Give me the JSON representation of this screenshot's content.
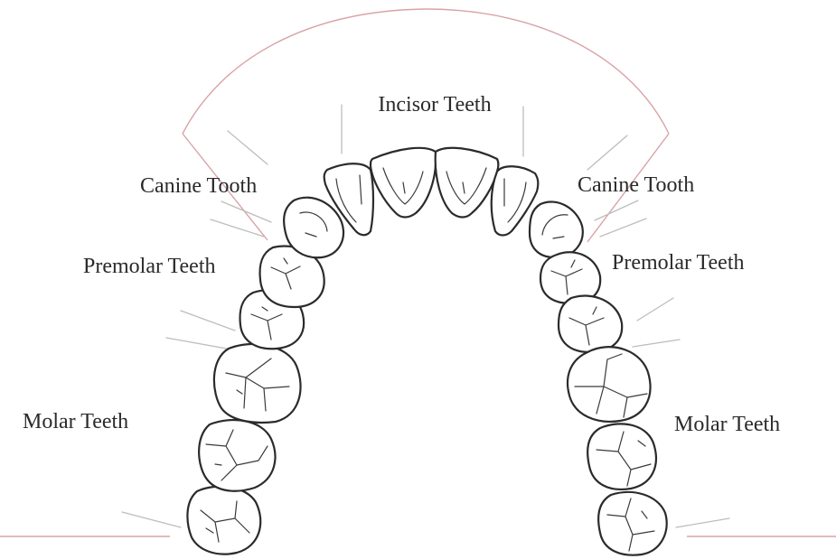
{
  "labels": {
    "incisor": "Incisor Teeth",
    "canine_left": "Canine Tooth",
    "canine_right": "Canine Tooth",
    "premolar_left": "Premolar Teeth",
    "premolar_right": "Premolar Teeth",
    "molar_left": "Molar Teeth",
    "molar_right": "Molar Teeth"
  },
  "colors": {
    "guide_lines": "#d9a3a7",
    "leader_lines": "#bdbdbd",
    "tooth_outline": "#2b2b2b",
    "label_text": "#2a2a2a"
  }
}
